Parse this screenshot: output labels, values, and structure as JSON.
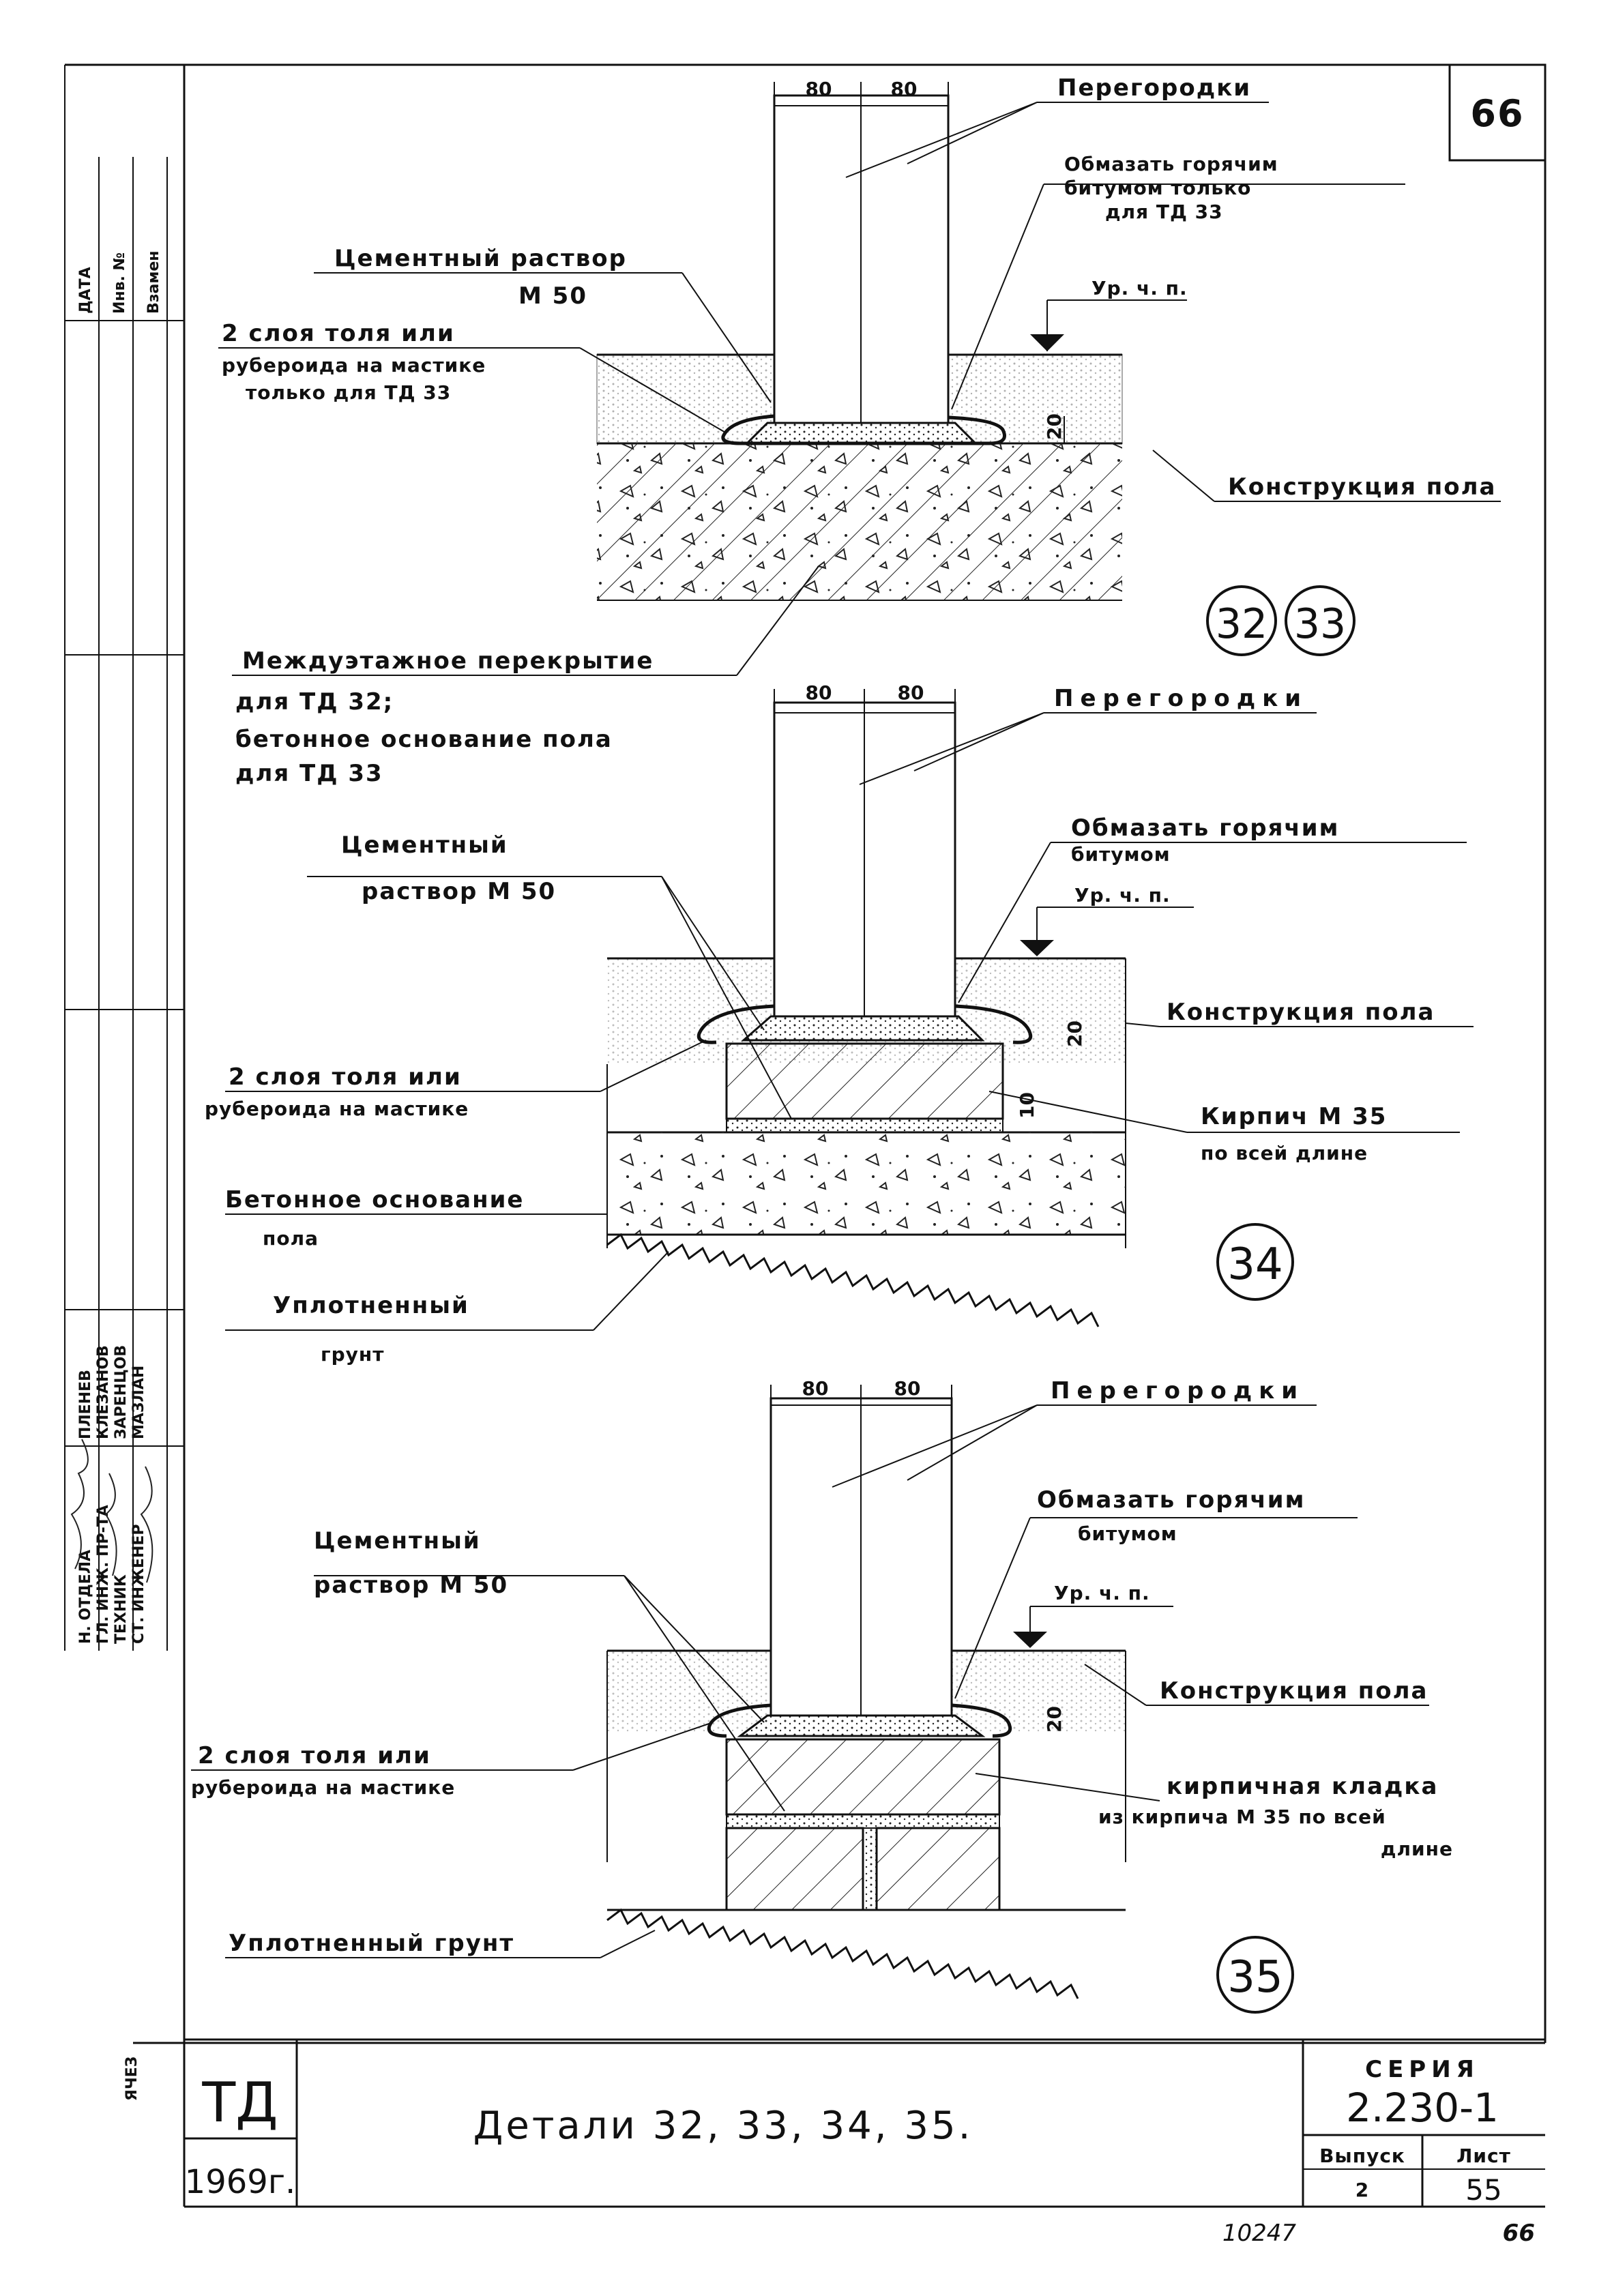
{
  "sheet": {
    "page_number": "66",
    "bottom_number": "66",
    "archive_number": "10247"
  },
  "side_strip": {
    "revision_headers": [
      "ДАТА",
      "Инв. №",
      "Взамен"
    ],
    "roles": [
      "Н. ОТДЕЛА",
      "ГЛ. ИНЖ. ПР-ТА",
      "ТЕХНИК",
      "СТ. ИНЖЕНЕР"
    ],
    "names": [
      "ПЛЕНЕВ",
      "КЛЕЗАНОВ",
      "ЗАРЕНЦОВ",
      "МАЗЛАН"
    ],
    "stamp_text": "ЯЧЕЗ"
  },
  "common": {
    "dim_width": "80",
    "floor_level": "Ур. ч. п."
  },
  "detail_32_33": {
    "partition_label": "Перегородки",
    "bitumen_label": [
      "Обмазать горячим",
      "битумом только",
      "для ТД 33"
    ],
    "mortar_label": [
      "Цементный раствор",
      "М 50"
    ],
    "layers_label": [
      "2 слоя толя или",
      "рубероида на мастике",
      "только для ТД 33"
    ],
    "floor_label": "Конструкция пола",
    "slab_label": [
      "Междуэтажное перекрытие",
      "для ТД 32;",
      "бетонное основание пола",
      "для ТД 33"
    ],
    "height_dim": "20",
    "markers": [
      "32",
      "33"
    ]
  },
  "detail_34": {
    "partition_label": "Перегородки",
    "bitumen_label": [
      "Обмазать горячим",
      "битумом"
    ],
    "mortar_label": [
      "Цементный",
      "раствор М 50"
    ],
    "layers_label": [
      "2 слоя толя или",
      "рубероида на мастике"
    ],
    "floor_label": "Конструкция пола",
    "brick_label": [
      "Кирпич М 35",
      "по всей длине"
    ],
    "base_label": [
      "Бетонное основание",
      "пола"
    ],
    "soil_label": [
      "Уплотненный",
      "грунт"
    ],
    "height_dim_top": "20",
    "height_dim_bottom": "10",
    "marker": "34"
  },
  "detail_35": {
    "partition_label": "Перегородки",
    "bitumen_label": [
      "Обмазать горячим",
      "битумом"
    ],
    "mortar_label": [
      "Цементный",
      "раствор М 50"
    ],
    "layers_label": [
      "2 слоя толя или",
      "рубероида на мастике"
    ],
    "floor_label": "Конструкция пола",
    "masonry_label": [
      "кирпичная кладка",
      "из кирпича М 35 по всей",
      "длине"
    ],
    "soil_label": "Уплотненный грунт",
    "height_dim": "20",
    "marker": "35"
  },
  "title_block": {
    "code": "ТД",
    "year": "1969г.",
    "title": "Детали 32, 33, 34, 35.",
    "series_label": "СЕРИЯ",
    "series_value": "2.230-1",
    "issue_label": "Выпуск",
    "issue_value": "2",
    "sheet_label": "Лист",
    "sheet_value": "55"
  }
}
